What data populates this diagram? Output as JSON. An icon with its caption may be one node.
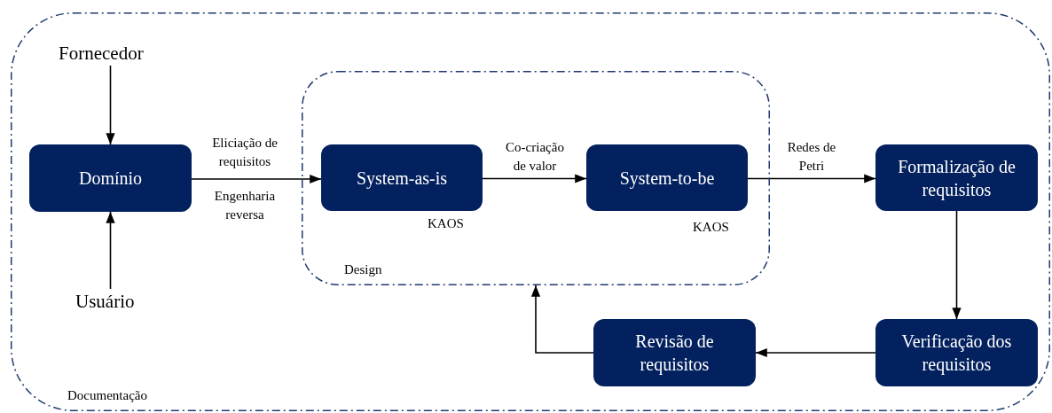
{
  "diagram": {
    "nodes": [
      {
        "text": [
          "Documentação"
        ]
      },
      {
        "text": [
          "Fornecedor"
        ],
        "in": 0
      },
      {
        "text": [
          "Domínio"
        ],
        "in": 0
      },
      {
        "text": [
          "Usuário"
        ],
        "in": 0
      },
      {
        "text": [
          "Design"
        ],
        "in": 0
      },
      {
        "text": [
          "System-as-is"
        ],
        "in": 4,
        "beside": [
          "KAOS"
        ]
      },
      {
        "text": [
          "System-to-be"
        ],
        "in": 4,
        "beside": [
          "KAOS"
        ]
      },
      {
        "text": [
          "Formalização de requisitos"
        ],
        "in": 0
      },
      {
        "text": [
          "Verificação dos requisitos"
        ],
        "in": 0
      },
      {
        "text": [
          "Revisão de requisitos"
        ],
        "in": 0
      }
    ],
    "edges": [
      {
        "from": 1,
        "to": 2,
        "arrow": "to"
      },
      {
        "from": 3,
        "to": 2,
        "arrow": "to"
      },
      {
        "from": 2,
        "to": 5,
        "arrow": "to",
        "label": "Eliciação de requisitos"
      },
      {
        "from": 5,
        "to": 6,
        "arrow": "to",
        "label": "Co-criação de valor"
      },
      {
        "from": 6,
        "to": 7,
        "arrow": "to",
        "label": "Redes de Petri"
      },
      {
        "from": 7,
        "to": 8,
        "arrow": "to"
      },
      {
        "from": 8,
        "to": 9,
        "arrow": "to"
      },
      {
        "from": 9,
        "to": 4,
        "arrow": "to"
      }
    ],
    "labels": [
      "Engenharia reversa"
    ]
  }
}
